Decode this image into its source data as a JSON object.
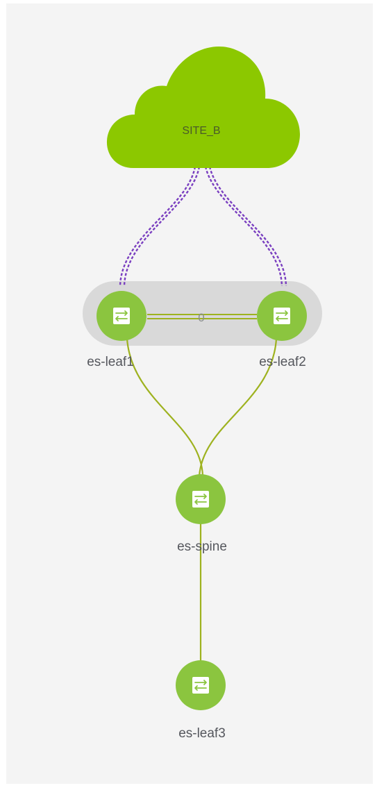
{
  "cloud": {
    "label": "SITE_B"
  },
  "vpc_pair": {
    "link_count": "0"
  },
  "nodes": {
    "leaf1": {
      "label": "es-leaf1"
    },
    "leaf2": {
      "label": "es-leaf2"
    },
    "spine": {
      "label": "es-spine"
    },
    "leaf3": {
      "label": "es-leaf3"
    }
  },
  "colors": {
    "cloud_green": "#8cc800",
    "node_green": "#8bc53f",
    "link_olive": "#9eb21f",
    "wan_purple": "#7a3fc0",
    "vpc_grey": "#d9d9d9",
    "background": "#f4f4f4"
  },
  "icons": {
    "switch": "switch-arrows-icon"
  }
}
